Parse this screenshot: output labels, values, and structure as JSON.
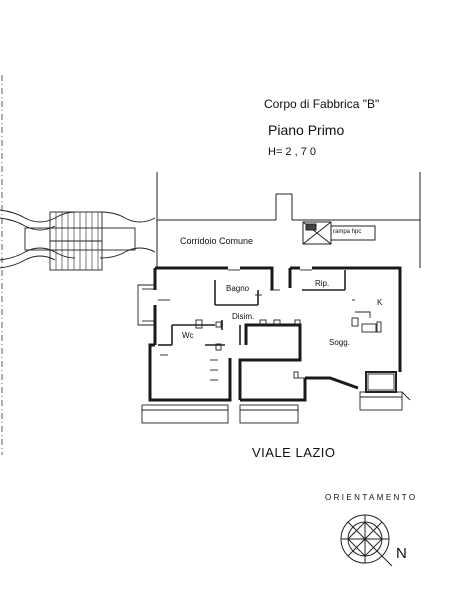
{
  "header": {
    "building": "Corpo di Fabbrica \"B\"",
    "floor": "Piano Primo",
    "height": "H= 2 , 7 0"
  },
  "labels": {
    "corridor": "Corridoio Comune",
    "ramp": "rampa hpc",
    "bathroom": "Bagno",
    "storage": "Rip.",
    "kitchen": "K",
    "hall": "Disim.",
    "wc": "Wc",
    "living": "Sogg."
  },
  "street": "VIALE LAZIO",
  "orientation": {
    "title": "ORIENTAMENTO",
    "north": "N"
  }
}
